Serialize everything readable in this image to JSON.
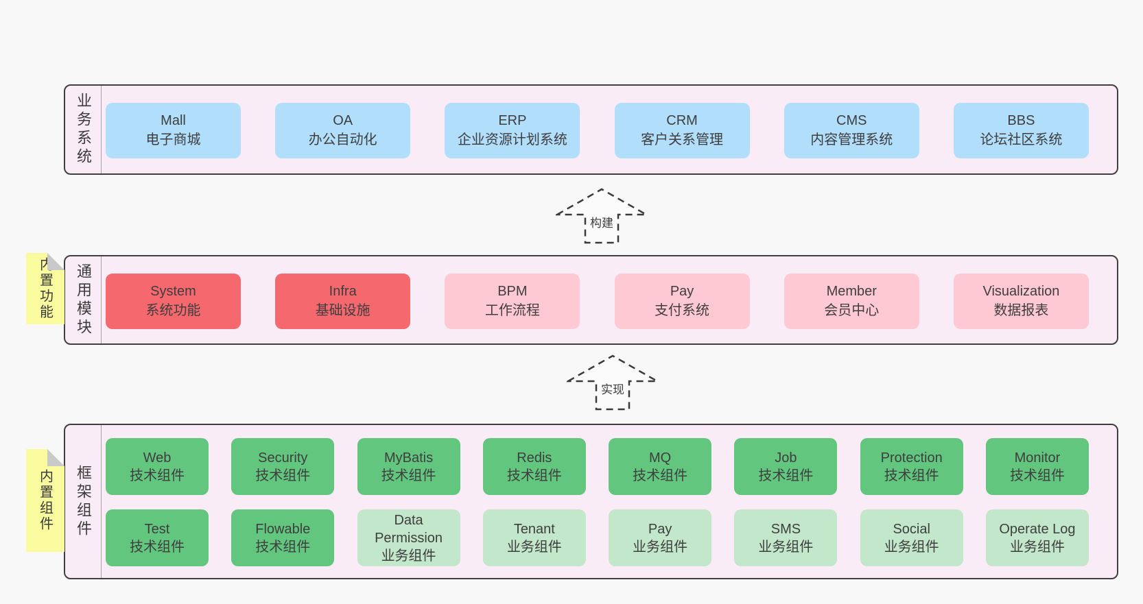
{
  "colors": {
    "page_bg": "#f8f8f8",
    "section_bg": "#f9ecf6",
    "section_border": "#3f3f3f",
    "blue": "#b1defa",
    "red": "#f4686e",
    "pink": "#fec9d2",
    "green": "#62c67e",
    "light_green": "#c3e7cb",
    "tab_yellow": "#fafa9e",
    "text": "#3e3e3e"
  },
  "layers": {
    "business": {
      "label": "业务系统",
      "boxes": [
        {
          "name": "Mall",
          "desc": "电子商城"
        },
        {
          "name": "OA",
          "desc": "办公自动化"
        },
        {
          "name": "ERP",
          "desc": "企业资源计划系统"
        },
        {
          "name": "CRM",
          "desc": "客户关系管理"
        },
        {
          "name": "CMS",
          "desc": "内容管理系统"
        },
        {
          "name": "BBS",
          "desc": "论坛社区系统"
        }
      ]
    },
    "arrow_build": {
      "label": "构建"
    },
    "modules": {
      "label": "通用模块",
      "tab": "内置功能",
      "boxes": [
        {
          "name": "System",
          "desc": "系统功能"
        },
        {
          "name": "Infra",
          "desc": "基础设施"
        },
        {
          "name": "BPM",
          "desc": "工作流程"
        },
        {
          "name": "Pay",
          "desc": "支付系统"
        },
        {
          "name": "Member",
          "desc": "会员中心"
        },
        {
          "name": "Visualization",
          "desc": "数据报表"
        }
      ]
    },
    "arrow_implement": {
      "label": "实现"
    },
    "framework": {
      "label": "框架组件",
      "tab": "内置组件",
      "row1": [
        {
          "name": "Web",
          "desc": "技术组件"
        },
        {
          "name": "Security",
          "desc": "技术组件"
        },
        {
          "name": "MyBatis",
          "desc": "技术组件"
        },
        {
          "name": "Redis",
          "desc": "技术组件"
        },
        {
          "name": "MQ",
          "desc": "技术组件"
        },
        {
          "name": "Job",
          "desc": "技术组件"
        },
        {
          "name": "Protection",
          "desc": "技术组件"
        },
        {
          "name": "Monitor",
          "desc": "技术组件"
        }
      ],
      "row2": [
        {
          "name": "Test",
          "desc": "技术组件"
        },
        {
          "name": "Flowable",
          "desc": "技术组件"
        },
        {
          "name": "Data Permission",
          "desc": "业务组件"
        },
        {
          "name": "Tenant",
          "desc": "业务组件"
        },
        {
          "name": "Pay",
          "desc": "业务组件"
        },
        {
          "name": "SMS",
          "desc": "业务组件"
        },
        {
          "name": "Social",
          "desc": "业务组件"
        },
        {
          "name": "Operate Log",
          "desc": "业务组件"
        }
      ]
    }
  }
}
